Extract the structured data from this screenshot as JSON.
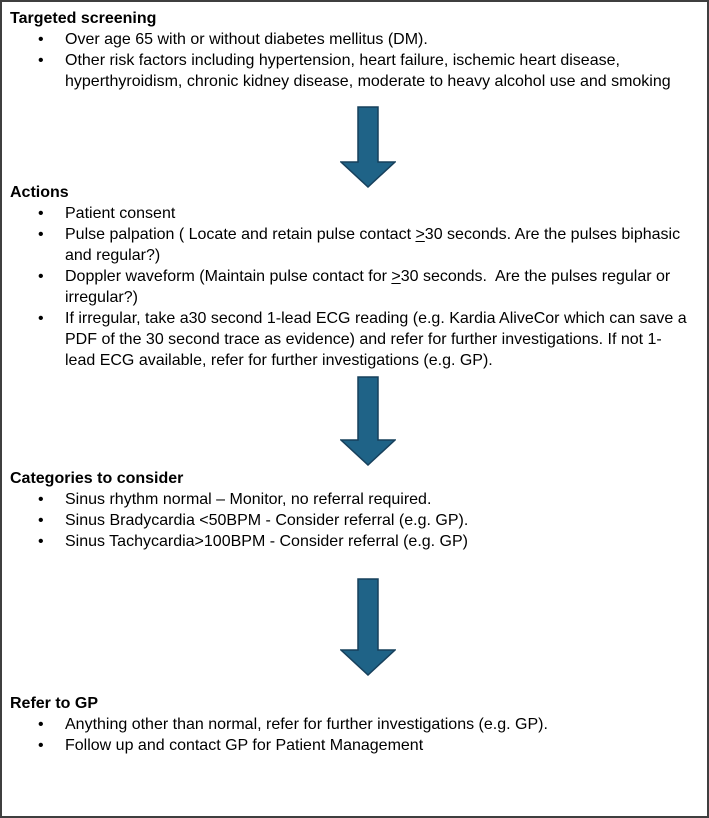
{
  "page": {
    "background": "#ffffff",
    "border_color": "#3f3f3f",
    "text_color": "#000000"
  },
  "arrow": {
    "fill": "#1F6387",
    "stroke": "#17405C"
  },
  "sections": [
    {
      "title": "Targeted screening",
      "bullets": [
        [
          {
            "t": "Over age 65 with or without diabetes mellitus (DM)."
          }
        ],
        [
          {
            "t": "Other risk factors including hypertension, heart failure, ischemic heart disease, hyperthyroidism, chronic kidney disease, moderate to heavy alcohol use and smoking"
          }
        ]
      ]
    },
    {
      "title": "Actions",
      "bullets": [
        [
          {
            "t": "Patient consent"
          }
        ],
        [
          {
            "t": "Pulse palpation ( Locate and retain pulse contact "
          },
          {
            "t": ">",
            "u": true
          },
          {
            "t": "30 seconds. Are the pulses biphasic and regular?)"
          }
        ],
        [
          {
            "t": "Doppler waveform (Maintain pulse contact for "
          },
          {
            "t": ">",
            "u": true
          },
          {
            "t": "30 seconds.  Are the pulses regular or irregular?)"
          }
        ],
        [
          {
            "t": "If irregular, take a30 second 1-lead ECG reading (e.g. Kardia AliveCor which can save a PDF of the 30 second trace as evidence) and refer for further investigations. If not 1-lead ECG available, refer for further investigations (e.g. GP)."
          }
        ]
      ]
    },
    {
      "title": "Categories to consider",
      "bullets": [
        [
          {
            "t": "Sinus rhythm normal – Monitor, no referral required."
          }
        ],
        [
          {
            "t": "Sinus Bradycardia <50BPM - Consider referral (e.g. GP)."
          }
        ],
        [
          {
            "t": "Sinus Tachycardia>100BPM - Consider referral (e.g. GP)"
          }
        ]
      ]
    },
    {
      "title": "Refer to GP",
      "bullets": [
        [
          {
            "t": "Anything other than normal, refer for further investigations (e.g. GP)."
          }
        ],
        [
          {
            "t": "Follow up and contact GP for Patient Management"
          }
        ]
      ]
    }
  ]
}
